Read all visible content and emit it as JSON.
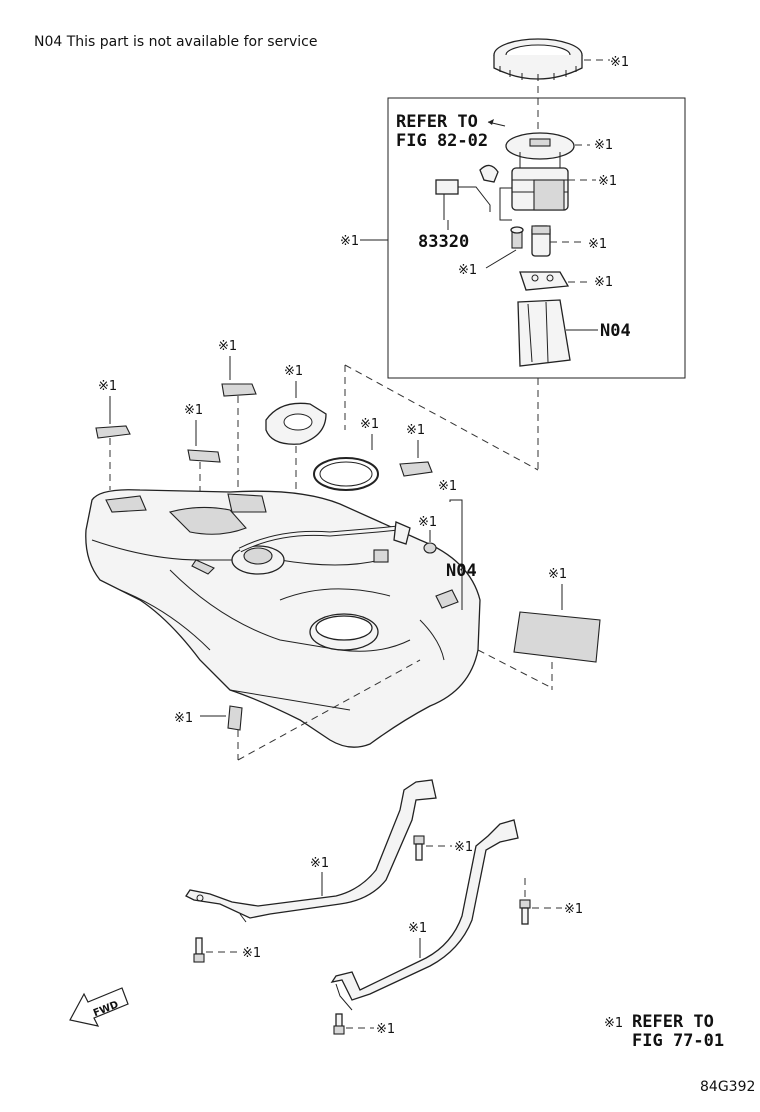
{
  "note": "N04 This part is not available for service",
  "ref_mark": "※1",
  "refer_fig1": {
    "line1": "REFER TO",
    "line2": "FIG 82-02"
  },
  "part_83320": "83320",
  "n04_label": "N04",
  "fwd_label": "FWD",
  "footer_refer": {
    "line1": "REFER TO",
    "line2": "FIG 77-01"
  },
  "diagram_code": "84G392"
}
